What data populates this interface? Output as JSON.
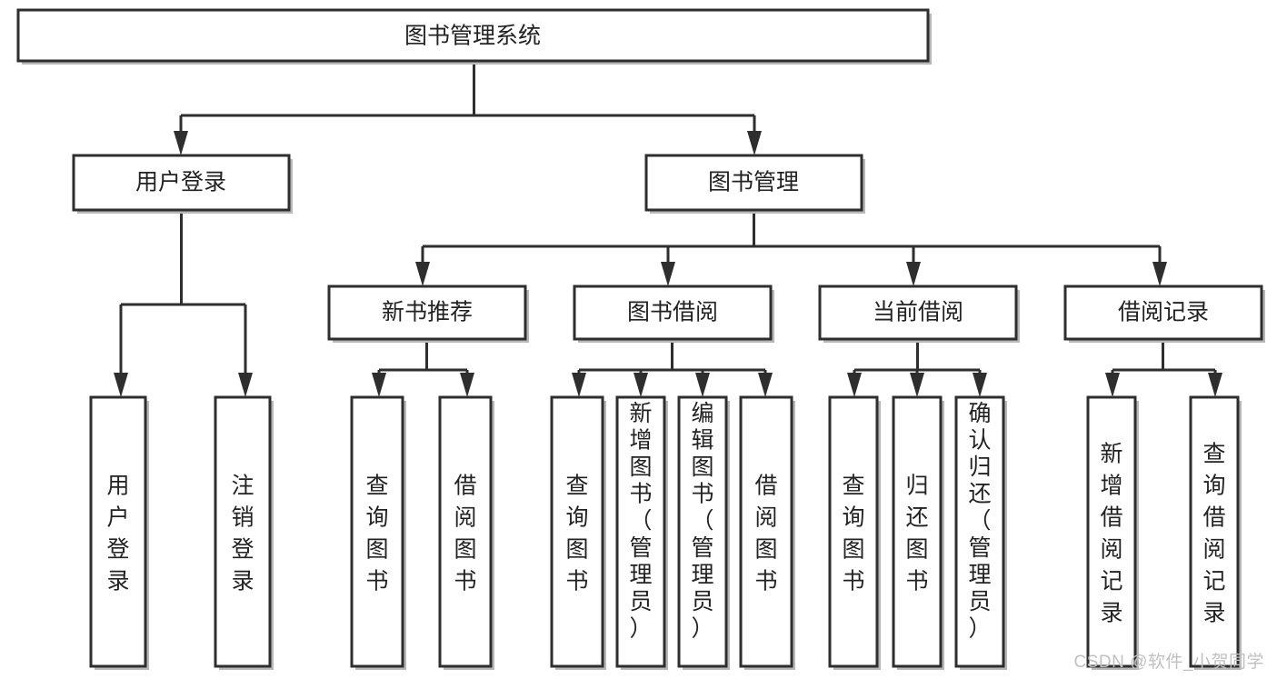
{
  "diagram": {
    "title": "图书管理系统",
    "type": "hierarchy-tree",
    "watermark": "CSDN @软件_小贺同学",
    "colors": {
      "background": "#ffffff",
      "box_stroke": "#2e2e2e",
      "box_fill": "#ffffff",
      "connector": "#2e2e2e",
      "text": "#222222",
      "watermark": "#c0c0c0"
    },
    "levels": {
      "root": "图书管理系统",
      "level2": [
        "用户登录",
        "图书管理"
      ],
      "level3": [
        "新书推荐",
        "图书借阅",
        "当前借阅",
        "借阅记录"
      ]
    },
    "nodes": {
      "root": {
        "label": "图书管理系统"
      },
      "user_login": {
        "label": "用户登录"
      },
      "book_manage": {
        "label": "图书管理"
      },
      "new_book_rec": {
        "label": "新书推荐"
      },
      "book_borrow": {
        "label": "图书借阅"
      },
      "current_borrow": {
        "label": "当前借阅"
      },
      "borrow_record": {
        "label": "借阅记录"
      },
      "leaf_user_login": {
        "label": "用户登录"
      },
      "leaf_user_logout": {
        "label": "注销登录"
      },
      "leaf_query_book_1": {
        "label": "查询图书"
      },
      "leaf_borrow_book_1": {
        "label": "借阅图书"
      },
      "leaf_query_book_2": {
        "label": "查询图书"
      },
      "leaf_add_book_admin": {
        "label": "新增图书（管理员）"
      },
      "leaf_edit_book_admin": {
        "label": "编辑图书（管理员）"
      },
      "leaf_borrow_book_2": {
        "label": "借阅图书"
      },
      "leaf_query_book_3": {
        "label": "查询图书"
      },
      "leaf_return_book": {
        "label": "归还图书"
      },
      "leaf_confirm_return_admin": {
        "label": "确认归还（管理员）"
      },
      "leaf_add_record": {
        "label": "新增借阅记录"
      },
      "leaf_query_record": {
        "label": "查询借阅记录"
      }
    },
    "edges": [
      {
        "from": "图书管理系统",
        "to": "用户登录"
      },
      {
        "from": "图书管理系统",
        "to": "图书管理"
      },
      {
        "from": "用户登录",
        "to": "用户登录"
      },
      {
        "from": "用户登录",
        "to": "注销登录"
      },
      {
        "from": "图书管理",
        "to": "新书推荐"
      },
      {
        "from": "图书管理",
        "to": "图书借阅"
      },
      {
        "from": "图书管理",
        "to": "当前借阅"
      },
      {
        "from": "图书管理",
        "to": "借阅记录"
      },
      {
        "from": "新书推荐",
        "to": "查询图书"
      },
      {
        "from": "新书推荐",
        "to": "借阅图书"
      },
      {
        "from": "图书借阅",
        "to": "查询图书"
      },
      {
        "from": "图书借阅",
        "to": "新增图书（管理员）"
      },
      {
        "from": "图书借阅",
        "to": "编辑图书（管理员）"
      },
      {
        "from": "图书借阅",
        "to": "借阅图书"
      },
      {
        "from": "当前借阅",
        "to": "查询图书"
      },
      {
        "from": "当前借阅",
        "to": "归还图书"
      },
      {
        "from": "当前借阅",
        "to": "确认归还（管理员）"
      },
      {
        "from": "借阅记录",
        "to": "新增借阅记录"
      },
      {
        "from": "借阅记录",
        "to": "查询借阅记录"
      }
    ]
  }
}
